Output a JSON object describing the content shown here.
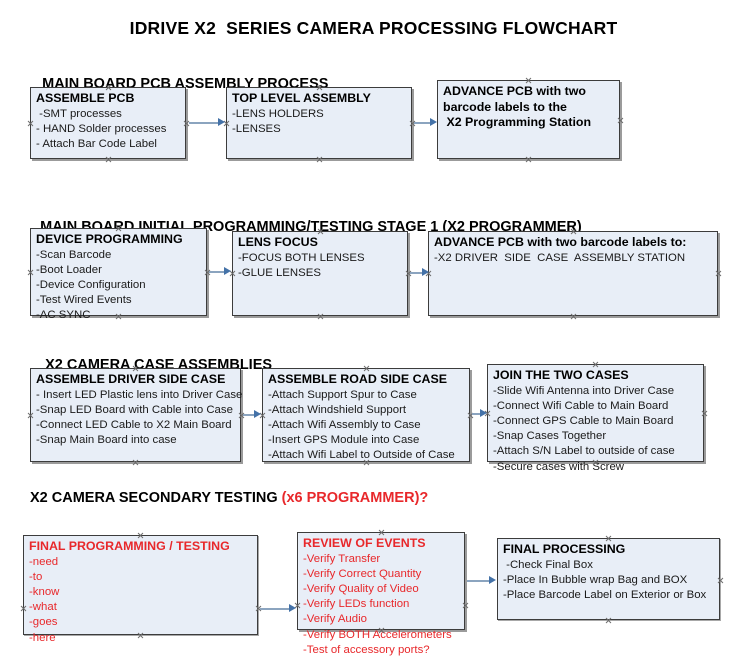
{
  "document": {
    "title": "IDRIVE X2  SERIES CAMERA PROCESSING FLOWCHART",
    "accent_color": "#e8282b",
    "box_fill": "#e8eef7",
    "box_border": "#3c3c3c",
    "connector_color": "#8ba4bf",
    "arrow_color": "#4472a8"
  },
  "sections": [
    {
      "id": "main-board-pcb-assembly-process",
      "heading": "MAIN BOARD PCB ASSEMBLY PROCESS",
      "heading_accent": "",
      "nodes": [
        {
          "id": "assemble-pcb",
          "title": "ASSEMBLE PCB",
          "color": "black",
          "lines": [
            " -SMT processes",
            "- HAND Solder processes",
            "- Attach Bar Code Label"
          ]
        },
        {
          "id": "top-level-assembly",
          "title": "TOP LEVEL ASSEMBLY",
          "color": "black",
          "lines": [
            "-LENS HOLDERS",
            "-LENSES"
          ]
        },
        {
          "id": "advance-pcb-programming-station",
          "title": "ADVANCE PCB with two",
          "color": "black",
          "lines": [
            "barcode labels to the",
            " X2 Programming Station"
          ],
          "all_bold": true
        }
      ]
    },
    {
      "id": "main-board-initial-programming",
      "heading": "MAIN BOARD INITIAL PROGRAMMING/TESTING STAGE 1 (X2 PROGRAMMER)",
      "heading_accent": "",
      "nodes": [
        {
          "id": "device-programming",
          "title": "DEVICE PROGRAMMING",
          "color": "black",
          "lines": [
            "-Scan Barcode",
            "-Boot Loader",
            "-Device Configuration",
            "-Test Wired Events",
            "-AC SYNC"
          ]
        },
        {
          "id": "lens-focus",
          "title": "LENS FOCUS",
          "color": "black",
          "lines": [
            "-FOCUS BOTH LENSES",
            "-GLUE LENSES"
          ]
        },
        {
          "id": "advance-pcb-driver-side-case",
          "title": "ADVANCE PCB with two barcode labels to:",
          "color": "black",
          "lines": [
            "-X2 DRIVER  SIDE  CASE  ASSEMBLY STATION"
          ]
        }
      ]
    },
    {
      "id": "x2-camera-case-assemblies",
      "heading": "X2 CAMERA CASE ASSEMBLIES",
      "heading_accent": "",
      "nodes": [
        {
          "id": "assemble-driver-side-case",
          "title": "ASSEMBLE DRIVER SIDE CASE",
          "color": "black",
          "lines": [
            "- Insert LED Plastic lens into Driver Case",
            "-Snap LED Board with Cable into Case",
            "-Connect LED Cable to X2 Main Board",
            "-Snap Main Board into case"
          ]
        },
        {
          "id": "assemble-road-side-case",
          "title": "ASSEMBLE ROAD SIDE CASE",
          "color": "black",
          "lines": [
            "-Attach Support Spur to Case",
            "-Attach Windshield Support",
            "-Attach Wifi Assembly to Case",
            "-Insert GPS Module into Case",
            "-Attach Wifi Label to Outside of Case"
          ]
        },
        {
          "id": "join-the-two-cases",
          "title": "JOIN THE TWO CASES",
          "color": "black",
          "lines": [
            "-Slide Wifi Antenna into Driver Case",
            "-Connect Wifi Cable to Main Board",
            "-Connect GPS Cable to Main Board",
            "-Snap Cases Together",
            "-Attach S/N Label to outside of case",
            "-Secure cases with Screw"
          ]
        }
      ]
    },
    {
      "id": "x2-camera-secondary-testing",
      "heading": "X2 CAMERA SECONDARY TESTING ",
      "heading_accent": "(x6 PROGRAMMER)?",
      "nodes": [
        {
          "id": "final-programming-testing",
          "title": "FINAL PROGRAMMING / TESTING",
          "color": "red",
          "lines": [
            "-need",
            "-to",
            "-know",
            "-what",
            "-goes",
            "-here"
          ]
        },
        {
          "id": "review-of-events",
          "title": "REVIEW OF EVENTS",
          "color": "red",
          "lines": [
            "-Verify Transfer",
            "-Verify Correct Quantity",
            "-Verify Quality of Video",
            "-Verify LEDs function",
            "-Verify Audio",
            "-Verify BOTH Accelerometers",
            "-Test of accessory ports?"
          ]
        },
        {
          "id": "final-processing",
          "title": "FINAL PROCESSING",
          "color": "black",
          "lines": [
            " -Check Final Box",
            "-Place In Bubble wrap Bag and BOX",
            "-Place Barcode Label on Exterior or Box"
          ]
        }
      ]
    }
  ],
  "connectors": [
    {
      "id": "conn-assemble-pcb-to-top-level",
      "from": "assemble-pcb",
      "to": "top-level-assembly"
    },
    {
      "id": "conn-top-level-to-advance-pcb",
      "from": "top-level-assembly",
      "to": "advance-pcb-programming-station"
    },
    {
      "id": "conn-device-programming-to-lens-focus",
      "from": "device-programming",
      "to": "lens-focus"
    },
    {
      "id": "conn-lens-focus-to-advance-pcb-driver",
      "from": "lens-focus",
      "to": "advance-pcb-driver-side-case"
    },
    {
      "id": "conn-driver-case-to-road-case",
      "from": "assemble-driver-side-case",
      "to": "assemble-road-side-case"
    },
    {
      "id": "conn-road-case-to-join-cases",
      "from": "assemble-road-side-case",
      "to": "join-the-two-cases"
    },
    {
      "id": "conn-final-prog-to-review",
      "from": "final-programming-testing",
      "to": "review-of-events"
    },
    {
      "id": "conn-review-to-final-processing",
      "from": "review-of-events",
      "to": "final-processing"
    }
  ]
}
